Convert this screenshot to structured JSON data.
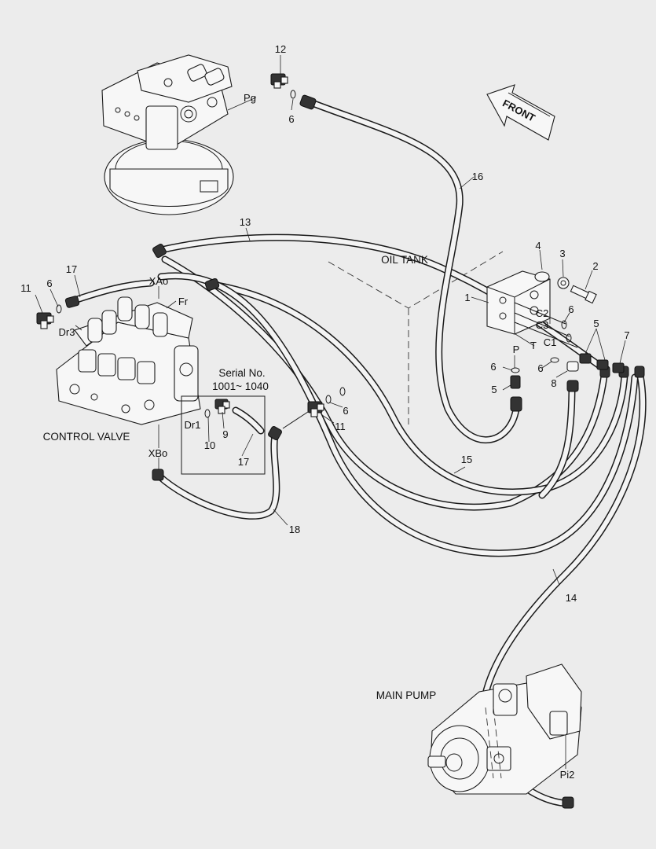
{
  "labels": {
    "front": "FRONT",
    "oil_tank": "OIL TANK",
    "control_valve": "CONTROL VALVE",
    "main_pump": "MAIN PUMP",
    "serial_line1": "Serial No.",
    "serial_line2": "1001~ 1040",
    "port_pg": "Pg",
    "port_xao": "XAo",
    "port_fr": "Fr",
    "port_dr3": "Dr3",
    "port_xbo": "XBo",
    "port_dr1": "Dr1",
    "port_p": "P",
    "port_t": "T",
    "port_c1": "C1",
    "port_c2": "C2",
    "port_c3": "C3",
    "port_pi2": "Pi2"
  },
  "callouts": {
    "n1": "1",
    "n2": "2",
    "n3": "3",
    "n4": "4",
    "n5a": "5",
    "n5b": "5",
    "n6_top": "6",
    "n6_left": "6",
    "n6_mid": "6",
    "n6_p": "6",
    "n6_t": "6",
    "n6_c": "6",
    "n7": "7",
    "n8": "8",
    "n9": "9",
    "n10": "10",
    "n11_left": "11",
    "n11_mid": "11",
    "n12": "12",
    "n13": "13",
    "n14": "14",
    "n15": "15",
    "n16": "16",
    "n17_left": "17",
    "n17_box": "17",
    "n18": "18"
  }
}
